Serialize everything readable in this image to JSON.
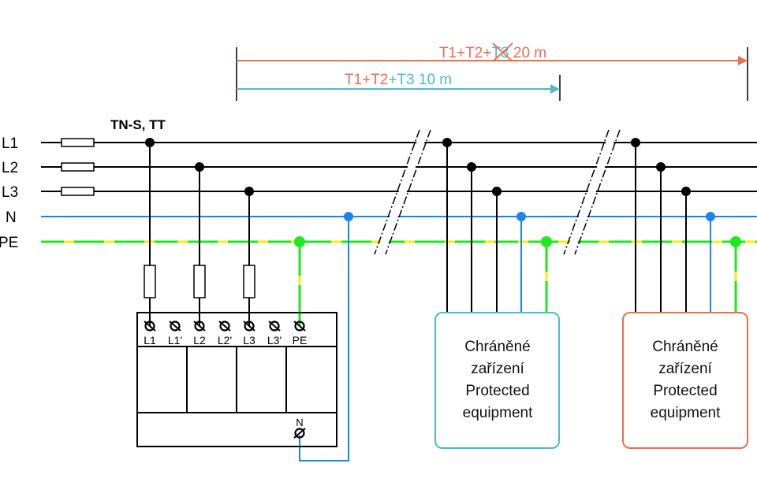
{
  "colors": {
    "phase": "#000000",
    "neutral": "#1a84f0",
    "pe_green": "#1ee81e",
    "pe_yellow": "#ffe81a",
    "orange": "#ee6e50",
    "teal": "#4bbcc8",
    "box_text": "#111111"
  },
  "system_label": "TN-S, TT",
  "conductors": [
    {
      "id": "L1",
      "label": "L1"
    },
    {
      "id": "L2",
      "label": "L2"
    },
    {
      "id": "L3",
      "label": "L3"
    },
    {
      "id": "N",
      "label": "N"
    },
    {
      "id": "PE",
      "label": "PE"
    }
  ],
  "distances": {
    "long": {
      "parts": [
        {
          "text": "T1+T2+",
          "color": "orange"
        },
        {
          "text": "T3",
          "color": "teal",
          "crossed": true
        },
        {
          "text": " 20 m",
          "color": "orange"
        }
      ]
    },
    "short": {
      "parts": [
        {
          "text": "T1+T2",
          "color": "orange"
        },
        {
          "text": "+T3 10 m",
          "color": "teal"
        }
      ]
    }
  },
  "spd": {
    "terminals": [
      "L1",
      "L1'",
      "L2",
      "L2'",
      "L3",
      "L3'",
      "PE"
    ],
    "neutral_terminal": "N"
  },
  "equipment": [
    {
      "line1": "Chráněné",
      "line2": "zařízení",
      "line3": "Protected",
      "line4": "equipment",
      "border": "teal"
    },
    {
      "line1": "Chráněné",
      "line2": "zařízení",
      "line3": "Protected",
      "line4": "equipment",
      "border": "orange"
    }
  ]
}
